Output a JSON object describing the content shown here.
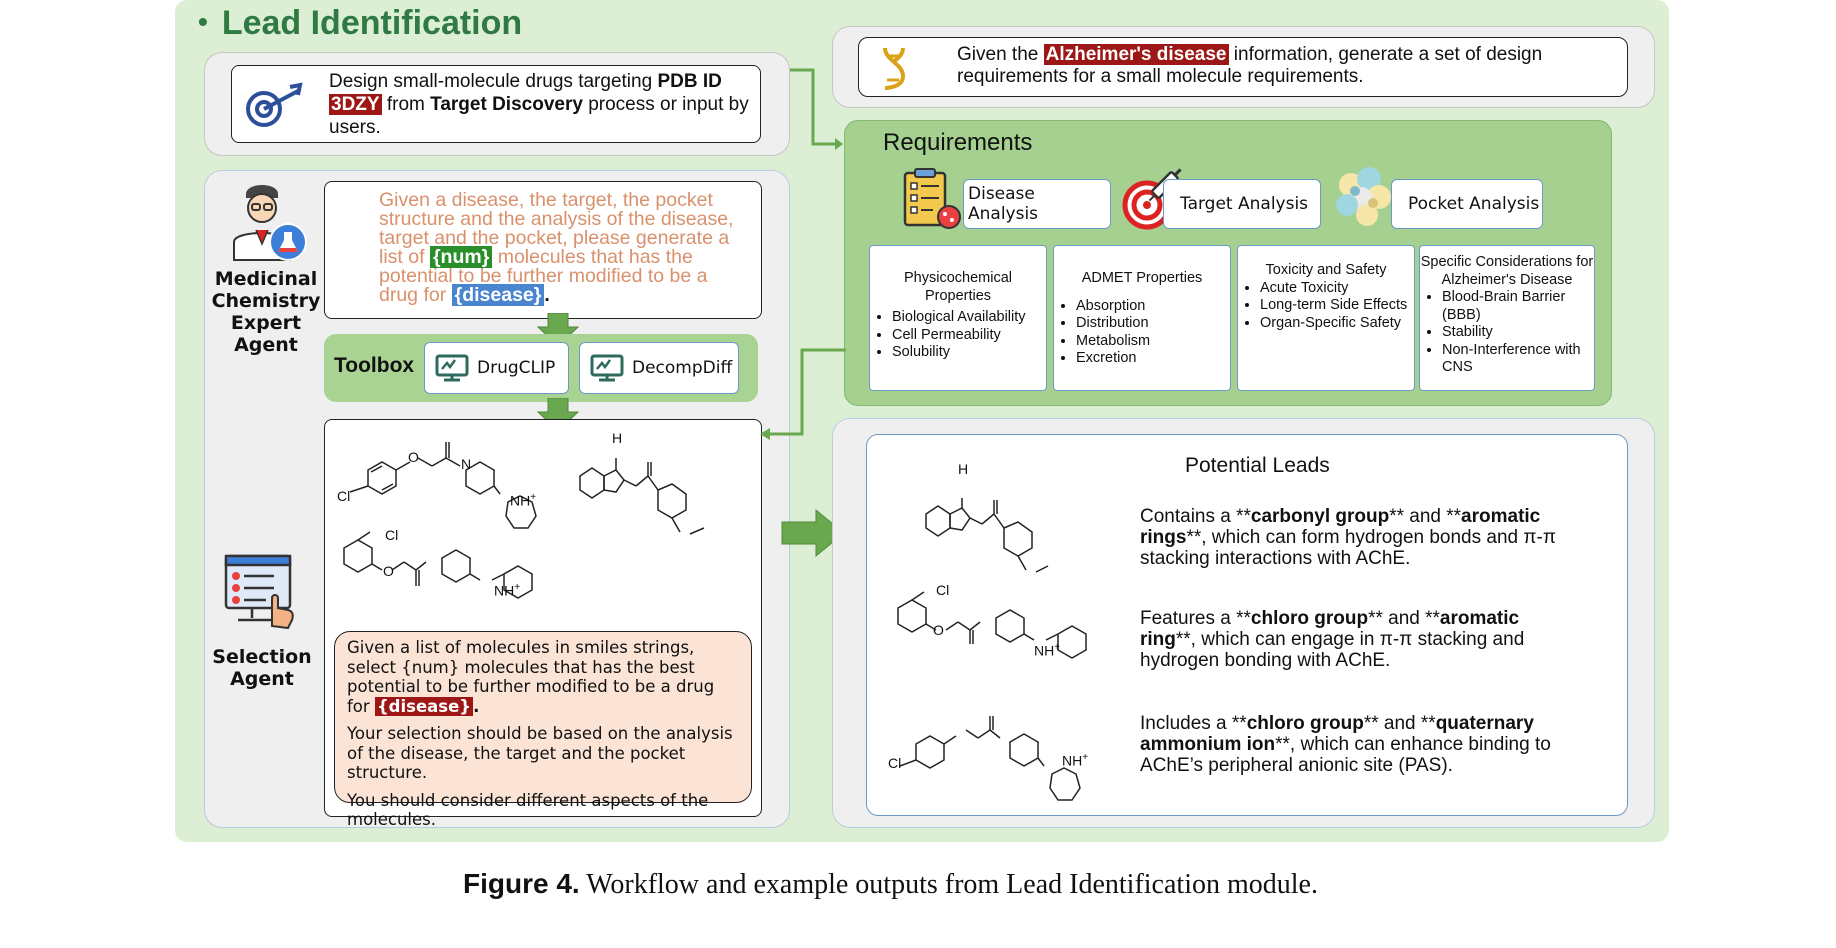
{
  "title": "Lead Identification",
  "target_box": {
    "text_pre": "Design small-molecule drugs targeting ",
    "bold1": "PDB ID",
    "pdb_id": "3DZY",
    "text_mid": " from ",
    "bold2": "Target Discovery",
    "text_post": " process or input by users."
  },
  "requirement_prompt": {
    "text_pre": "Given the ",
    "highlight": "Alzheimer's disease",
    "text_post": " information, generate a set of design requirements for a small molecule requirements."
  },
  "medchem_agent": {
    "label_lines": [
      "Medicinal",
      "Chemistry",
      "Expert",
      "Agent"
    ],
    "prompt_pre": "Given a disease, the target, the pocket structure and the analysis of the disease, target and the pocket, please generate a list of ",
    "prompt_num": "{num}",
    "prompt_mid": " molecules that has the potential to be further modified to be a drug for ",
    "prompt_disease": "{disease}",
    "prompt_end": "."
  },
  "toolbox": {
    "label": "Toolbox",
    "tools": [
      "DrugCLIP",
      "DecompDiff"
    ]
  },
  "selection_agent": {
    "label_lines": [
      "Selection",
      "Agent"
    ],
    "para1_pre": "Given a list of molecules in smiles strings, select {num} molecules that has the best potential to be further modified to be a drug for ",
    "para1_disease": "{disease}",
    "para1_end": ".",
    "para2": "Your selection should be based on the analysis of the disease, the target and the pocket structure.",
    "para3": "You should consider different aspects of the molecules."
  },
  "requirements": {
    "title": "Requirements",
    "analyses": [
      "Disease Analysis",
      "Target Analysis",
      "Pocket Analysis"
    ],
    "cards": [
      {
        "title": "Physicochemical Properties",
        "items": [
          "Biological Availability",
          "Cell Permeability",
          "Solubility"
        ]
      },
      {
        "title": "ADMET Properties",
        "items": [
          "Absorption",
          "Distribution",
          "Metabolism",
          "Excretion"
        ]
      },
      {
        "title": "Toxicity and Safety",
        "items": [
          "Acute Toxicity",
          "Long-term Side Effects",
          "Organ-Specific Safety"
        ]
      },
      {
        "title": "Specific Considerations for Alzheimer's Disease",
        "items": [
          "Blood-Brain Barrier (BBB)",
          "Stability",
          "Non-Interference with CNS"
        ]
      }
    ]
  },
  "potential_leads": {
    "title": "Potential Leads",
    "leads": [
      {
        "pre": "Contains a **",
        "b1": "carbonyl group",
        "mid": "** and **",
        "b2": "aromatic rings",
        "post": "**, which can form hydrogen bonds and π-π stacking interactions with AChE."
      },
      {
        "pre": "Features a **",
        "b1": "chloro group",
        "mid": "** and **",
        "b2": "aromatic ring",
        "post": "**, which can engage in π-π stacking and hydrogen bonding with AChE."
      },
      {
        "pre": "Includes a **",
        "b1": "chloro group",
        "mid": "** and **",
        "b2": "quaternary ammonium ion",
        "post": "**, which can enhance binding to AChE’s peripheral anionic site (PAS)."
      }
    ]
  },
  "molecule_labels": {
    "nh": "H",
    "n": "N",
    "nh_plus": "NH",
    "plus": "+",
    "o": "O",
    "cl": "Cl"
  },
  "caption": {
    "label": "Figure 4.",
    "text": " Workflow and example outputs from Lead Identification module."
  },
  "colors": {
    "panel_bg": "#dcefd4",
    "title_green": "#2f7a42",
    "highlight_red": "#9e1717",
    "highlight_green": "#2a8f2a",
    "highlight_blue": "#4a86d0",
    "arrow_green": "#6aa84f",
    "prompt_orange": "#d9916c",
    "selection_bg": "#fbe3d6"
  },
  "icons": [
    "target-icon",
    "dna-icon",
    "scientist-icon",
    "selection-screen-icon",
    "monitor-tool-icon",
    "clipboard-virus-icon",
    "syringe-target-icon",
    "protein-pocket-icon"
  ]
}
